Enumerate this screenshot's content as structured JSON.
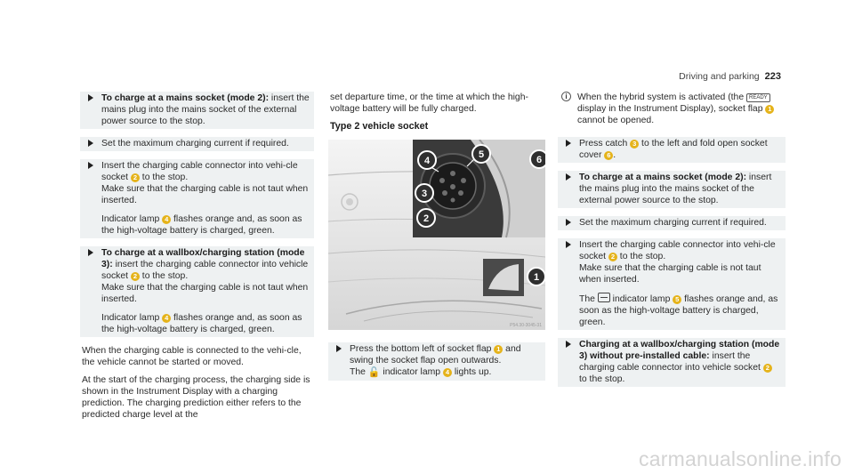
{
  "header": {
    "section": "Driving and parking",
    "page": "223"
  },
  "col1": {
    "s1_bold": "To charge at a mains socket (mode 2):",
    "s1_rest": " insert the mains plug into the mains socket of the external power source to the stop.",
    "s2": "Set the maximum charging current if required.",
    "s3_a": "Insert the charging cable connector into vehi-cle socket ",
    "s3_b": " to the stop.",
    "s3_p2": "Make sure that the charging cable is not taut when inserted.",
    "s3_p3a": "Indicator lamp ",
    "s3_p3b": " flashes orange and, as soon as the high-voltage battery is charged, green.",
    "s4_bold": "To charge at a wallbox/charging station (mode 3):",
    "s4_a": " insert the charging cable connector into vehicle socket ",
    "s4_b": " to the stop.",
    "s4_p2": "Make sure that the charging cable is not taut when inserted.",
    "s4_p3a": "Indicator lamp ",
    "s4_p3b": " flashes orange and, as soon as the high-voltage battery is charged, green.",
    "p1": "When the charging cable is connected to the vehi-cle, the vehicle cannot be started or moved.",
    "p2": "At the start of the charging process, the charging side is shown in the Instrument Display with a charging prediction. The charging prediction either refers to the predicted charge level at the"
  },
  "col2": {
    "cont": "set departure time, or the time at which the high-voltage battery will be fully charged.",
    "sub_title": "Type 2 vehicle socket",
    "s1_a": "Press the bottom left of socket flap ",
    "s1_b": " and swing the socket flap open outwards.",
    "s1_c": "The ",
    "s1_d": " indicator lamp ",
    "s1_e": " lights up."
  },
  "col3": {
    "note_a": "When the hybrid system is activated (the ",
    "ready": "READY",
    "note_b": " display in the Instrument Display), socket flap ",
    "note_c": " cannot be opened.",
    "s1_a": "Press catch ",
    "s1_b": " to the left and fold open socket cover ",
    "s1_c": ".",
    "s2_bold": "To charge at a mains socket (mode 2):",
    "s2_rest": " insert the mains plug into the mains socket of the external power source to the stop.",
    "s3": "Set the maximum charging current if required.",
    "s4_a": "Insert the charging cable connector into vehi-cle socket ",
    "s4_b": " to the stop.",
    "s4_p2": "Make sure that the charging cable is not taut when inserted.",
    "s4_p3a": "The ",
    "s4_p3b": " indicator lamp ",
    "s4_p3c": " flashes orange and, as soon as the high-voltage battery is charged, green.",
    "s5_bold": "Charging at a wallbox/charging station (mode 3) without pre-installed cable:",
    "s5_a": " insert the charging cable connector into vehicle socket ",
    "s5_b": " to the stop."
  },
  "refs": {
    "r1": "1",
    "r2": "2",
    "r3": "3",
    "r4": "4",
    "r5": "5",
    "r6": "6"
  },
  "figure": {
    "callouts": [
      "4",
      "5",
      "6",
      "3",
      "2",
      "1"
    ],
    "code": "P54.30-3045-31",
    "colors": {
      "callout_fill": "#2f2f2f",
      "callout_ring": "#ffffff",
      "highlight": "#4a4a4a"
    }
  },
  "watermark": "carmanualsonline.info"
}
